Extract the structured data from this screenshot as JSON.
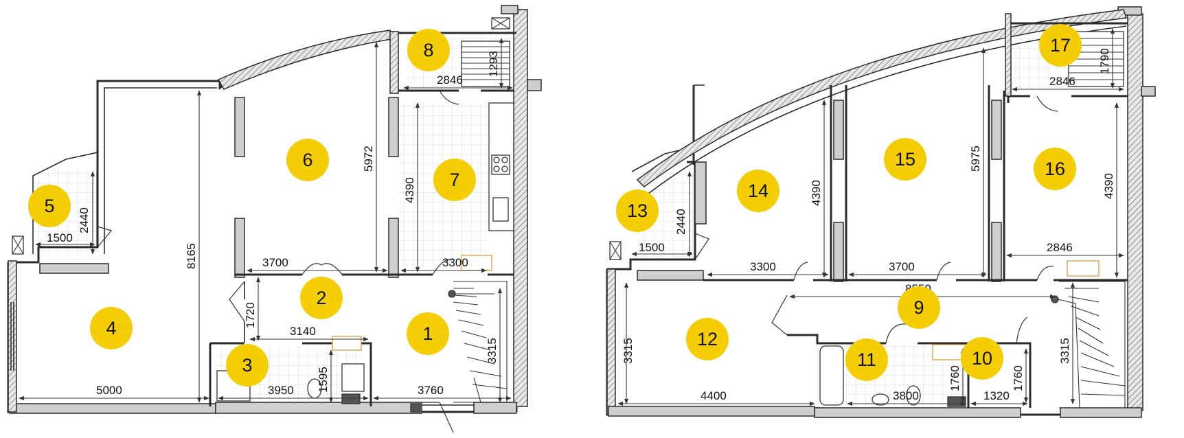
{
  "rooms": [
    {
      "id": "r1",
      "label": "1"
    },
    {
      "id": "r2",
      "label": "2"
    },
    {
      "id": "r3",
      "label": "3"
    },
    {
      "id": "r4",
      "label": "4"
    },
    {
      "id": "r5",
      "label": "5"
    },
    {
      "id": "r6",
      "label": "6"
    },
    {
      "id": "r7",
      "label": "7"
    },
    {
      "id": "r8",
      "label": "8"
    },
    {
      "id": "r9",
      "label": "9"
    },
    {
      "id": "r10",
      "label": "10"
    },
    {
      "id": "r11",
      "label": "11"
    },
    {
      "id": "r12",
      "label": "12"
    },
    {
      "id": "r13",
      "label": "13"
    },
    {
      "id": "r14",
      "label": "14"
    },
    {
      "id": "r15",
      "label": "15"
    },
    {
      "id": "r16",
      "label": "16"
    },
    {
      "id": "r17",
      "label": "17"
    }
  ],
  "dimensions": {
    "d2846_a": "2846",
    "d1293": "1293",
    "d5972": "5972",
    "d4390_a": "4390",
    "d8165": "8165",
    "d2440_a": "2440",
    "d1500_a": "1500",
    "d3700_a": "3700",
    "d3300_a": "3300",
    "d1720": "1720",
    "d3140": "3140",
    "d3315_a": "3315",
    "d5000": "5000",
    "d3950": "3950",
    "d1595": "1595",
    "d3760": "3760",
    "d2846_b": "2846",
    "d1790": "1790",
    "d5975": "5975",
    "d4390_b": "4390",
    "d4390_c": "4390",
    "d2440_b": "2440",
    "d1500_b": "1500",
    "d3300_b": "3300",
    "d3700_b": "3700",
    "d2846_c": "2846",
    "d8550": "8550",
    "d3315_b": "3315",
    "d3315_c": "3315",
    "d4400": "4400",
    "d3800": "3800",
    "d1760_a": "1760",
    "d1760_b": "1760",
    "d1320": "1320"
  },
  "colors": {
    "badge": "#f5cd05",
    "wall_fill": "#cfcfcf",
    "tile_line": "#dcdcdc",
    "appliance_accent": "#e29a3a"
  }
}
